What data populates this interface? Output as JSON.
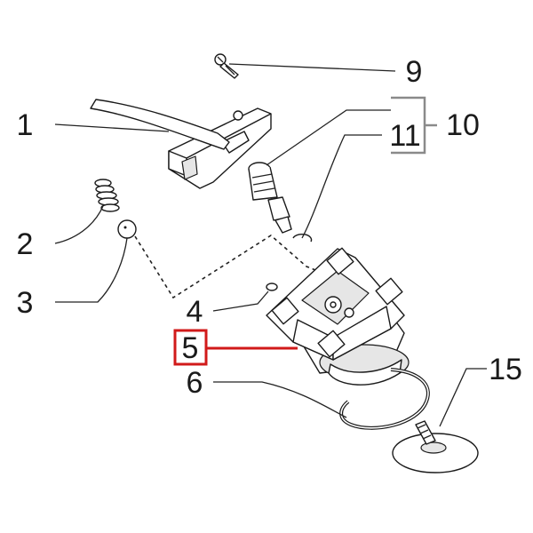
{
  "diagram": {
    "callouts": [
      {
        "id": "1",
        "label": "1"
      },
      {
        "id": "2",
        "label": "2"
      },
      {
        "id": "3",
        "label": "3"
      },
      {
        "id": "4",
        "label": "4"
      },
      {
        "id": "5",
        "label": "5"
      },
      {
        "id": "6",
        "label": "6"
      },
      {
        "id": "9",
        "label": "9"
      },
      {
        "id": "10",
        "label": "10"
      },
      {
        "id": "11",
        "label": "11"
      },
      {
        "id": "15",
        "label": "15"
      }
    ],
    "highlighted": "5",
    "colors": {
      "highlight": "#d11a1a",
      "bracket": "#8a8a8a",
      "line": "#1a1a1a"
    }
  }
}
